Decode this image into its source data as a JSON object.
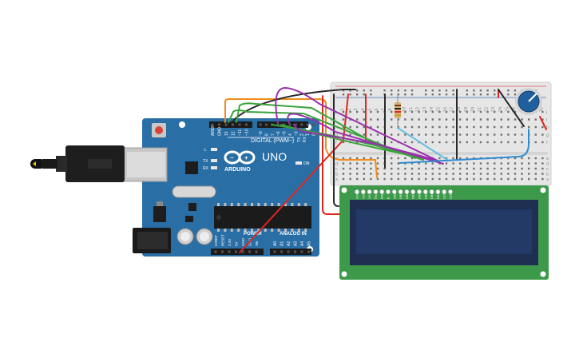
{
  "arduino": {
    "brand": "ARDUINO",
    "model": "UNO",
    "digital_label": "DIGITAL (PWM~)",
    "power_label": "POWER",
    "analog_label": "ANALOG IN",
    "led_labels": [
      "L",
      "TX",
      "RX"
    ],
    "on_label": "ON",
    "tx_rx_side": [
      "TX→",
      "RX←"
    ],
    "aref": "AREF",
    "gnd": "GND",
    "digital_pins": [
      "13",
      "12",
      "~11",
      "~10",
      "~9",
      "8",
      "7",
      "~6",
      "~5",
      "4",
      "~3",
      "2",
      "1",
      "0"
    ],
    "power_pins": [
      "IOREF",
      "RESET",
      "3.3V",
      "5V",
      "GND",
      "GND",
      "Vin"
    ],
    "analog_pins": [
      "A0",
      "A1",
      "A2",
      "A3",
      "A4",
      "A5"
    ]
  },
  "breadboard": {
    "row_letters_top": [
      "j",
      "i",
      "h",
      "g",
      "f"
    ],
    "row_letters_bottom": [
      "e",
      "d",
      "c",
      "b",
      "a"
    ],
    "column_numbers": [
      "1",
      "2",
      "3",
      "4",
      "5",
      "6",
      "7",
      "8",
      "9",
      "10",
      "11",
      "12",
      "13",
      "14",
      "15",
      "16",
      "17",
      "18",
      "19",
      "20",
      "21",
      "22",
      "23",
      "24",
      "25",
      "26",
      "27",
      "28",
      "29",
      "30"
    ]
  },
  "lcd": {
    "pin_labels": [
      "GND",
      "VCC",
      "V0",
      "RS",
      "RW",
      "E",
      "DB0",
      "DB1",
      "DB2",
      "DB3",
      "DB4",
      "DB5",
      "DB6",
      "DB7",
      "LED",
      "LED"
    ]
  },
  "colors": {
    "arduino_board": "#2a6ea6",
    "breadboard": "#e6e6e6",
    "lcd_pcb": "#3c9a4a",
    "lcd_screen": "#233a66",
    "wire_red": "#e0261e",
    "wire_black": "#2a2a2a",
    "wire_green": "#3aa33a",
    "wire_purple": "#9b2fae",
    "wire_orange": "#f08c1a",
    "wire_blue": "#2e8bd0",
    "wire_lightblue": "#63c0dd",
    "potentiometer": "#1f5f9e"
  },
  "icons": [
    "usb-plug-icon",
    "barrel-jack-icon",
    "infinity-logo-icon",
    "potentiometer-icon",
    "resistor-icon"
  ]
}
